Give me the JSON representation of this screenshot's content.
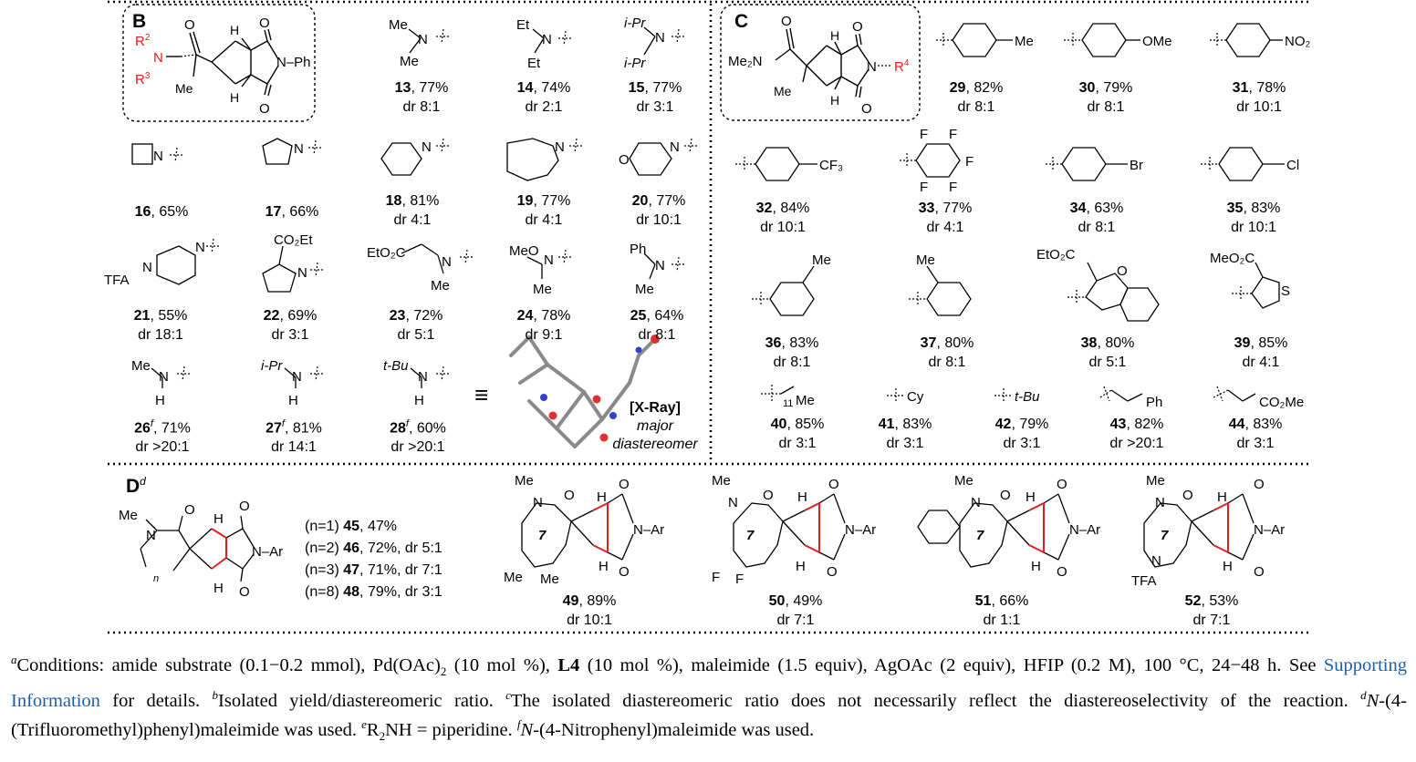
{
  "sections": {
    "b": "B",
    "c": "C",
    "d": "D"
  },
  "section_d_footnote": "d",
  "colors": {
    "red": "#e0201b",
    "link": "#1f5fa8",
    "atom_o": "#e03030",
    "atom_n": "#3040d0"
  },
  "templates": {
    "b": {
      "r2": "R",
      "r2_sup": "2",
      "n": "N",
      "r3": "R",
      "r3_sup": "3",
      "me": "Me",
      "h": "H",
      "o": "O",
      "nph": "N–Ph"
    },
    "c": {
      "me2n": "Me₂N",
      "me": "Me",
      "h": "H",
      "o": "O",
      "n": "N",
      "r4": "R",
      "r4_sup": "4"
    },
    "d": {
      "me": "Me",
      "n": "N",
      "h": "H",
      "o": "O",
      "nar": "N–Ar",
      "sub_n": "n"
    }
  },
  "amine_fragments": {
    "f13": [
      "Me",
      "N",
      "Me"
    ],
    "f14": [
      "Et",
      "N",
      "Et"
    ],
    "f15": [
      "i-Pr",
      "N",
      "i-Pr"
    ],
    "f18": [
      "N"
    ],
    "f19": [
      "N"
    ],
    "f20": [
      "O",
      "N"
    ],
    "f21": [
      "TFA",
      "N",
      "N"
    ],
    "f22": [
      "CO₂Et",
      "N"
    ],
    "f23": [
      "EtO₂C",
      "N",
      "Me"
    ],
    "f24": [
      "MeO",
      "N",
      "Me"
    ],
    "f25": [
      "Ph",
      "N",
      "Me"
    ],
    "f26": [
      "Me",
      "N",
      "H"
    ],
    "f27": [
      "i-Pr",
      "N",
      "H"
    ],
    "f28": [
      "t-Bu",
      "N",
      "H"
    ],
    "f16": [
      "N"
    ],
    "f17": [
      "N"
    ]
  },
  "aryl_fragments": {
    "f29": "Me",
    "f30": "OMe",
    "f31": "NO₂",
    "f32": "CF₃",
    "f33": [
      "F",
      "F",
      "F",
      "F",
      "F"
    ],
    "f34": "Br",
    "f35": "Cl",
    "f36": "Me",
    "f37": "Me",
    "f38": [
      "EtO₂C",
      "O"
    ],
    "f39": [
      "MeO₂C",
      "S"
    ],
    "f40": [
      "11",
      "Me"
    ],
    "f41": "Cy",
    "f42": "t-Bu",
    "f43": "Ph",
    "f44": "CO₂Me"
  },
  "ring_labels": {
    "r49": [
      "Me",
      "N",
      "O",
      "7",
      "H",
      "O",
      "N–Ar",
      "Me",
      "Me",
      "H",
      "O"
    ],
    "r50": [
      "Me",
      "N",
      "O",
      "7",
      "H",
      "O",
      "N–Ar",
      "F",
      "F",
      "H",
      "O"
    ],
    "r51": [
      "Me",
      "N",
      "O",
      "7",
      "H",
      "O",
      "N–Ar",
      "H",
      "O"
    ],
    "r52": [
      "Me",
      "N",
      "O",
      "7",
      "H",
      "O",
      "N–Ar",
      "N",
      "TFA",
      "H",
      "O"
    ]
  },
  "entries": [
    {
      "id": "13",
      "yield": ", 77%",
      "dr": "dr 8:1"
    },
    {
      "id": "14",
      "yield": ", 74%",
      "dr": "dr 2:1"
    },
    {
      "id": "15",
      "yield": ", 77%",
      "dr": "dr 3:1"
    },
    {
      "id": "16",
      "yield": ", 65%",
      "dr": ""
    },
    {
      "id": "17",
      "yield": ", 66%",
      "dr": ""
    },
    {
      "id": "18",
      "yield": ", 81%",
      "dr": "dr 4:1"
    },
    {
      "id": "19",
      "yield": ", 77%",
      "dr": "dr 4:1"
    },
    {
      "id": "20",
      "yield": ", 77%",
      "dr": "dr 10:1"
    },
    {
      "id": "21",
      "yield": ", 55%",
      "dr": "dr 18:1"
    },
    {
      "id": "22",
      "yield": ", 69%",
      "dr": "dr 3:1"
    },
    {
      "id": "23",
      "yield": ", 72%",
      "dr": "dr 5:1"
    },
    {
      "id": "24",
      "yield": ", 78%",
      "dr": "dr 9:1"
    },
    {
      "id": "25",
      "yield": ", 64%",
      "dr": "dr 8:1"
    },
    {
      "id": "26",
      "sup": "f",
      "yield": ", 71%",
      "dr": "dr >20:1"
    },
    {
      "id": "27",
      "sup": "f",
      "yield": ", 81%",
      "dr": "dr 14:1"
    },
    {
      "id": "28",
      "sup": "f",
      "yield": ", 60%",
      "dr": "dr >20:1"
    },
    {
      "id": "29",
      "yield": ", 82%",
      "dr": "dr 8:1"
    },
    {
      "id": "30",
      "yield": ", 79%",
      "dr": "dr 8:1"
    },
    {
      "id": "31",
      "yield": ", 78%",
      "dr": "dr 10:1"
    },
    {
      "id": "32",
      "yield": ", 84%",
      "dr": "dr 10:1"
    },
    {
      "id": "33",
      "yield": ", 77%",
      "dr": "dr 4:1"
    },
    {
      "id": "34",
      "yield": ", 63%",
      "dr": "dr 8:1"
    },
    {
      "id": "35",
      "yield": ", 83%",
      "dr": "dr 10:1"
    },
    {
      "id": "36",
      "yield": ", 83%",
      "dr": "dr 8:1"
    },
    {
      "id": "37",
      "yield": ", 80%",
      "dr": "dr 8:1"
    },
    {
      "id": "38",
      "yield": ", 80%",
      "dr": "dr 5:1"
    },
    {
      "id": "39",
      "yield": ", 85%",
      "dr": "dr 4:1"
    },
    {
      "id": "40",
      "yield": ", 85%",
      "dr": "dr 3:1"
    },
    {
      "id": "41",
      "yield": ", 83%",
      "dr": "dr 3:1"
    },
    {
      "id": "42",
      "yield": ", 79%",
      "dr": "dr 3:1"
    },
    {
      "id": "43",
      "yield": ", 82%",
      "dr": "dr >20:1"
    },
    {
      "id": "44",
      "yield": ", 83%",
      "dr": "dr 3:1"
    },
    {
      "id": "49",
      "yield": ", 89%",
      "dr": "dr 10:1"
    },
    {
      "id": "50",
      "yield": ", 49%",
      "dr": "dr 7:1"
    },
    {
      "id": "51",
      "yield": ", 66%",
      "dr": "dr 1:1"
    },
    {
      "id": "52",
      "yield": ", 53%",
      "dr": "dr 7:1"
    }
  ],
  "d_series": [
    {
      "n": "(n=1) ",
      "id": "45",
      "rest": ", 47%"
    },
    {
      "n": "(n=2) ",
      "id": "46",
      "rest": ", 72%, dr 5:1"
    },
    {
      "n": "(n=3) ",
      "id": "47",
      "rest": ", 71%, dr 7:1"
    },
    {
      "n": "(n=8) ",
      "id": "48",
      "rest": ", 79%, dr 3:1"
    }
  ],
  "xray": {
    "line1": "[X-Ray]",
    "line2": "major",
    "line3": "diastereomer",
    "equiv": "≡"
  },
  "footnotes": {
    "a_mark": "a",
    "a_text1": "Conditions: amide substrate (0.1−0.2 mmol), Pd(OAc)",
    "a_sub2": "2",
    "a_text2": " (10 mol %), ",
    "a_l4": "L4",
    "a_text3": " (10 mol %), maleimide (1.5 equiv), AgOAc (2 equiv), HFIP (0.2 M), 100 °C, 24−48 h. See ",
    "a_link": "Supporting Information",
    "a_text4": " for details. ",
    "b_mark": "b",
    "b_text": "Isolated yield/diastereomeric ratio. ",
    "c_mark": "c",
    "c_text": "The isolated diastereomeric ratio does not necessarily reflect the diastereoselectivity of the reaction. ",
    "d_mark": "d",
    "d_it": "N",
    "d_text": "-(4-(Trifluoromethyl)phenyl)maleimide was used. ",
    "e_mark": "e",
    "e_text": "R",
    "e_sub": "2",
    "e_text2": "NH = piperidine. ",
    "f_mark": "f",
    "f_it": "N",
    "f_text": "-(4-Nitrophenyl)maleimide was used."
  }
}
